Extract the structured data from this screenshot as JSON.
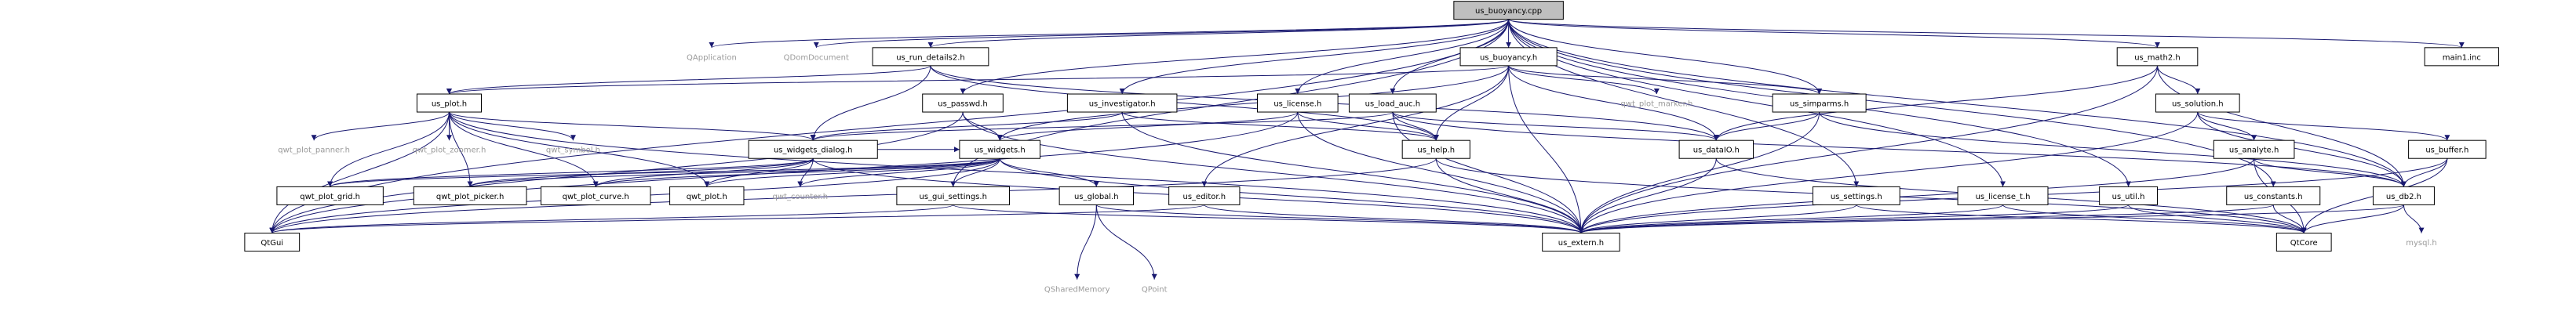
{
  "graph": {
    "root": "us_buoyancy.cpp",
    "nodes": {
      "us_buoyancy_cpp": {
        "label": "us_buoyancy.cpp",
        "kind": "root"
      },
      "QApplication": {
        "label": "QApplication",
        "kind": "external"
      },
      "QDomDocument": {
        "label": "QDomDocument",
        "kind": "external"
      },
      "us_run_details2_h": {
        "label": "us_run_details2.h",
        "kind": "file"
      },
      "us_buoyancy_h": {
        "label": "us_buoyancy.h",
        "kind": "file"
      },
      "us_math2_h": {
        "label": "us_math2.h",
        "kind": "file"
      },
      "main1_inc": {
        "label": "main1.inc",
        "kind": "file"
      },
      "us_plot_h": {
        "label": "us_plot.h",
        "kind": "file"
      },
      "us_passwd_h": {
        "label": "us_passwd.h",
        "kind": "file"
      },
      "us_investigator_h": {
        "label": "us_investigator.h",
        "kind": "file"
      },
      "us_license_h": {
        "label": "us_license.h",
        "kind": "file"
      },
      "us_load_auc_h": {
        "label": "us_load_auc.h",
        "kind": "file"
      },
      "qwt_plot_marker_h": {
        "label": "qwt_plot_marker.h",
        "kind": "external"
      },
      "us_simparms_h": {
        "label": "us_simparms.h",
        "kind": "file"
      },
      "us_solution_h": {
        "label": "us_solution.h",
        "kind": "file"
      },
      "qwt_plot_panner_h": {
        "label": "qwt_plot_panner.h",
        "kind": "external"
      },
      "qwt_plot_zoomer_h": {
        "label": "qwt_plot_zoomer.h",
        "kind": "external"
      },
      "qwt_symbol_h": {
        "label": "qwt_symbol.h",
        "kind": "external"
      },
      "us_widgets_dialog_h": {
        "label": "us_widgets_dialog.h",
        "kind": "file"
      },
      "us_widgets_h": {
        "label": "us_widgets.h",
        "kind": "file"
      },
      "us_help_h": {
        "label": "us_help.h",
        "kind": "file"
      },
      "us_dataIO_h": {
        "label": "us_dataIO.h",
        "kind": "file"
      },
      "us_analyte_h": {
        "label": "us_analyte.h",
        "kind": "file"
      },
      "us_buffer_h": {
        "label": "us_buffer.h",
        "kind": "file"
      },
      "qwt_plot_grid_h": {
        "label": "qwt_plot_grid.h",
        "kind": "file"
      },
      "qwt_plot_picker_h": {
        "label": "qwt_plot_picker.h",
        "kind": "file"
      },
      "qwt_plot_curve_h": {
        "label": "qwt_plot_curve.h",
        "kind": "file"
      },
      "qwt_plot_h": {
        "label": "qwt_plot.h",
        "kind": "file"
      },
      "qwt_counter_h": {
        "label": "qwt_counter.h",
        "kind": "external"
      },
      "us_gui_settings_h": {
        "label": "us_gui_settings.h",
        "kind": "file"
      },
      "us_global_h": {
        "label": "us_global.h",
        "kind": "file"
      },
      "us_editor_h": {
        "label": "us_editor.h",
        "kind": "file"
      },
      "us_settings_h": {
        "label": "us_settings.h",
        "kind": "file"
      },
      "us_license_t_h": {
        "label": "us_license_t.h",
        "kind": "file"
      },
      "us_util_h": {
        "label": "us_util.h",
        "kind": "file"
      },
      "us_constants_h": {
        "label": "us_constants.h",
        "kind": "file"
      },
      "us_db2_h": {
        "label": "us_db2.h",
        "kind": "file"
      },
      "QtGui": {
        "label": "QtGui",
        "kind": "file"
      },
      "us_extern_h": {
        "label": "us_extern.h",
        "kind": "file"
      },
      "QtCore": {
        "label": "QtCore",
        "kind": "file"
      },
      "QSharedMemory": {
        "label": "QSharedMemory",
        "kind": "external"
      },
      "QPoint": {
        "label": "QPoint",
        "kind": "external"
      },
      "mysql_h": {
        "label": "mysql.h",
        "kind": "external"
      }
    },
    "edges": [
      [
        "us_buoyancy_cpp",
        "QApplication"
      ],
      [
        "us_buoyancy_cpp",
        "QDomDocument"
      ],
      [
        "us_buoyancy_cpp",
        "us_run_details2_h"
      ],
      [
        "us_buoyancy_cpp",
        "us_buoyancy_h"
      ],
      [
        "us_buoyancy_cpp",
        "us_math2_h"
      ],
      [
        "us_buoyancy_cpp",
        "main1_inc"
      ],
      [
        "us_buoyancy_cpp",
        "us_passwd_h"
      ],
      [
        "us_buoyancy_cpp",
        "us_investigator_h"
      ],
      [
        "us_buoyancy_cpp",
        "us_license_h"
      ],
      [
        "us_buoyancy_cpp",
        "us_load_auc_h"
      ],
      [
        "us_buoyancy_cpp",
        "us_simparms_h"
      ],
      [
        "us_buoyancy_cpp",
        "us_gui_settings_h"
      ],
      [
        "us_buoyancy_cpp",
        "us_settings_h"
      ],
      [
        "us_buoyancy_cpp",
        "us_license_t_h"
      ],
      [
        "us_buoyancy_cpp",
        "us_util_h"
      ],
      [
        "us_buoyancy_cpp",
        "us_constants_h"
      ],
      [
        "us_buoyancy_cpp",
        "us_db2_h"
      ],
      [
        "us_buoyancy_cpp",
        "QtGui"
      ],
      [
        "us_run_details2_h",
        "us_plot_h"
      ],
      [
        "us_run_details2_h",
        "us_widgets_dialog_h"
      ],
      [
        "us_run_details2_h",
        "us_dataIO_h"
      ],
      [
        "us_run_details2_h",
        "us_help_h"
      ],
      [
        "us_buoyancy_h",
        "us_plot_h"
      ],
      [
        "us_buoyancy_h",
        "qwt_plot_marker_h"
      ],
      [
        "us_buoyancy_h",
        "us_simparms_h"
      ],
      [
        "us_buoyancy_h",
        "us_dataIO_h"
      ],
      [
        "us_buoyancy_h",
        "us_help_h"
      ],
      [
        "us_buoyancy_h",
        "us_widgets_h"
      ],
      [
        "us_buoyancy_h",
        "us_editor_h"
      ],
      [
        "us_buoyancy_h",
        "us_extern_h"
      ],
      [
        "us_math2_h",
        "us_solution_h"
      ],
      [
        "us_math2_h",
        "us_dataIO_h"
      ],
      [
        "us_math2_h",
        "us_extern_h"
      ],
      [
        "us_math2_h",
        "us_db2_h"
      ],
      [
        "us_plot_h",
        "qwt_plot_panner_h"
      ],
      [
        "us_plot_h",
        "qwt_plot_zoomer_h"
      ],
      [
        "us_plot_h",
        "qwt_symbol_h"
      ],
      [
        "us_plot_h",
        "us_widgets_dialog_h"
      ],
      [
        "us_plot_h",
        "qwt_plot_grid_h"
      ],
      [
        "us_plot_h",
        "qwt_plot_picker_h"
      ],
      [
        "us_plot_h",
        "qwt_plot_curve_h"
      ],
      [
        "us_plot_h",
        "qwt_plot_h"
      ],
      [
        "us_plot_h",
        "QtGui"
      ],
      [
        "us_plot_h",
        "us_extern_h"
      ],
      [
        "us_passwd_h",
        "us_widgets_h"
      ],
      [
        "us_passwd_h",
        "us_extern_h"
      ],
      [
        "us_passwd_h",
        "QtGui"
      ],
      [
        "us_investigator_h",
        "us_widgets_dialog_h"
      ],
      [
        "us_investigator_h",
        "us_help_h"
      ],
      [
        "us_investigator_h",
        "us_extern_h"
      ],
      [
        "us_license_h",
        "us_widgets_h"
      ],
      [
        "us_license_h",
        "us_help_h"
      ],
      [
        "us_license_h",
        "us_extern_h"
      ],
      [
        "us_license_h",
        "QtGui"
      ],
      [
        "us_load_auc_h",
        "us_widgets_dialog_h"
      ],
      [
        "us_load_auc_h",
        "us_help_h"
      ],
      [
        "us_load_auc_h",
        "us_dataIO_h"
      ],
      [
        "us_load_auc_h",
        "us_db2_h"
      ],
      [
        "us_load_auc_h",
        "us_extern_h"
      ],
      [
        "us_simparms_h",
        "us_dataIO_h"
      ],
      [
        "us_simparms_h",
        "us_db2_h"
      ],
      [
        "us_simparms_h",
        "us_extern_h"
      ],
      [
        "us_solution_h",
        "us_analyte_h"
      ],
      [
        "us_solution_h",
        "us_buffer_h"
      ],
      [
        "us_solution_h",
        "us_db2_h"
      ],
      [
        "us_solution_h",
        "us_extern_h"
      ],
      [
        "us_widgets_dialog_h",
        "us_widgets_h"
      ],
      [
        "us_widgets_dialog_h",
        "qwt_plot_grid_h"
      ],
      [
        "us_widgets_dialog_h",
        "qwt_plot_picker_h"
      ],
      [
        "us_widgets_dialog_h",
        "qwt_plot_curve_h"
      ],
      [
        "us_widgets_dialog_h",
        "qwt_plot_h"
      ],
      [
        "us_widgets_dialog_h",
        "qwt_counter_h"
      ],
      [
        "us_widgets_dialog_h",
        "us_extern_h"
      ],
      [
        "us_widgets_h",
        "qwt_plot_grid_h"
      ],
      [
        "us_widgets_h",
        "qwt_plot_picker_h"
      ],
      [
        "us_widgets_h",
        "qwt_plot_curve_h"
      ],
      [
        "us_widgets_h",
        "qwt_plot_h"
      ],
      [
        "us_widgets_h",
        "qwt_counter_h"
      ],
      [
        "us_widgets_h",
        "us_gui_settings_h"
      ],
      [
        "us_widgets_h",
        "us_global_h"
      ],
      [
        "us_widgets_h",
        "us_extern_h"
      ],
      [
        "us_widgets_h",
        "QtGui"
      ],
      [
        "us_help_h",
        "us_extern_h"
      ],
      [
        "us_help_h",
        "QtCore"
      ],
      [
        "us_help_h",
        "QtGui"
      ],
      [
        "us_dataIO_h",
        "us_extern_h"
      ],
      [
        "us_dataIO_h",
        "QtCore"
      ],
      [
        "us_analyte_h",
        "us_db2_h"
      ],
      [
        "us_analyte_h",
        "us_extern_h"
      ],
      [
        "us_analyte_h",
        "QtCore"
      ],
      [
        "us_buffer_h",
        "us_db2_h"
      ],
      [
        "us_buffer_h",
        "us_extern_h"
      ],
      [
        "us_buffer_h",
        "QtCore"
      ],
      [
        "us_gui_settings_h",
        "us_extern_h"
      ],
      [
        "us_gui_settings_h",
        "QtGui"
      ],
      [
        "us_global_h",
        "QSharedMemory"
      ],
      [
        "us_global_h",
        "QPoint"
      ],
      [
        "us_global_h",
        "us_extern_h"
      ],
      [
        "us_editor_h",
        "us_extern_h"
      ],
      [
        "us_editor_h",
        "QtGui"
      ],
      [
        "us_settings_h",
        "us_extern_h"
      ],
      [
        "us_settings_h",
        "QtCore"
      ],
      [
        "us_license_t_h",
        "us_extern_h"
      ],
      [
        "us_license_t_h",
        "QtCore"
      ],
      [
        "us_util_h",
        "us_extern_h"
      ],
      [
        "us_util_h",
        "QtCore"
      ],
      [
        "us_constants_h",
        "us_extern_h"
      ],
      [
        "us_constants_h",
        "QtCore"
      ],
      [
        "us_db2_h",
        "us_extern_h"
      ],
      [
        "us_db2_h",
        "QtCore"
      ],
      [
        "us_db2_h",
        "mysql_h"
      ]
    ]
  },
  "colors": {
    "edge": "#191970",
    "root_fill": "#bfbfbf",
    "external_text": "#9a9a9a",
    "node_border": "#000000",
    "background": "#ffffff"
  }
}
